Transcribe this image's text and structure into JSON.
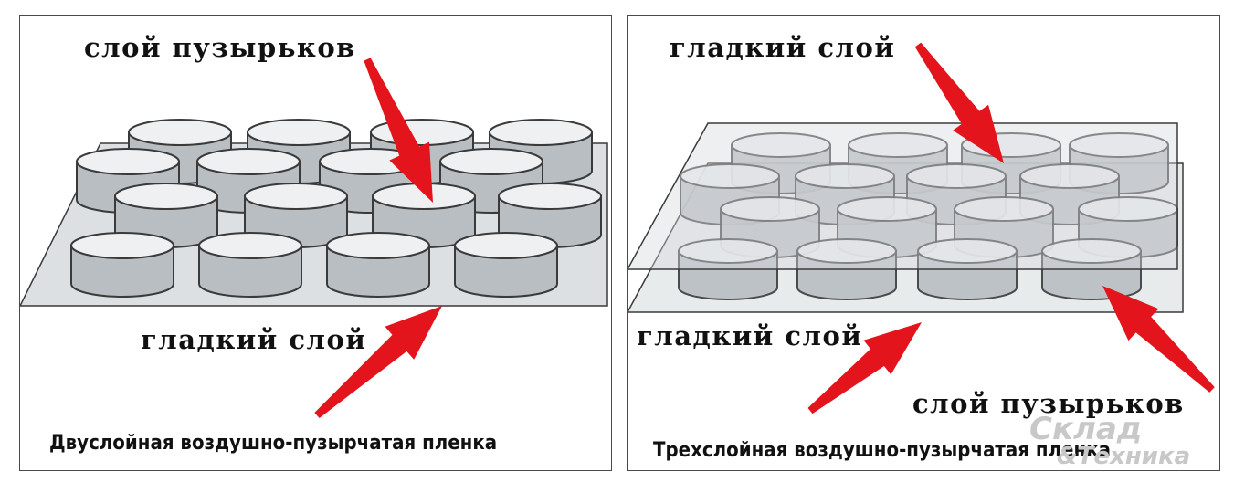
{
  "left_panel": {
    "label_bubbles": "слой пузырьков",
    "label_smooth": "гладкий слой",
    "caption": "Двуслойная воздушно-пузырчатая пленка"
  },
  "right_panel": {
    "label_smooth_top": "гладкий слой",
    "label_smooth_bottom": "гладкий слой",
    "label_bubbles": "слой пузырьков",
    "caption": "Трехслойная воздушно-пузырчатая пленка"
  },
  "watermark": {
    "line1": "Склад",
    "line2": "&Техника"
  },
  "colors": {
    "arrow": "#e3141b",
    "sheet": "#d6dadd",
    "bubble_side": "#b9bec2",
    "bubble_top": "#eef0f2",
    "outline": "#3a3a3a"
  }
}
